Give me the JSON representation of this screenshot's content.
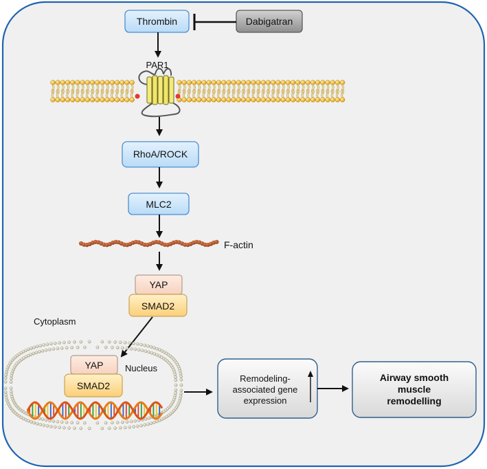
{
  "nodes": {
    "thrombin": "Thrombin",
    "dabigatran": "Dabigatran",
    "par1": "PAR1",
    "rhoa_rock": "RhoA/ROCK",
    "mlc2": "MLC2",
    "f_actin": "F-actin",
    "yap_cyto": "YAP",
    "smad2_cyto": "SMAD2",
    "cytoplasm": "Cytoplasm",
    "nucleus": "Nucleus",
    "yap_nuc": "YAP",
    "smad2_nuc": "SMAD2",
    "gene_expression_lines": [
      "Remodeling-",
      "associated gene",
      "expression"
    ],
    "outcome_lines": [
      "Airway smooth",
      "muscle",
      "remodelling"
    ]
  },
  "colors": {
    "frame_border": "#1f63b0",
    "background": "#f0f0f0",
    "blue_box": "#cde7fb",
    "blue_box_border": "#4a8fd0",
    "gray_box": "#a9a9a9",
    "yap_box": "#fbe0d2",
    "smad2_box": "#fddb9a",
    "lipid_head": "#f0b51c",
    "actin": "#b2542a",
    "receptor": "#f3ea7a"
  }
}
